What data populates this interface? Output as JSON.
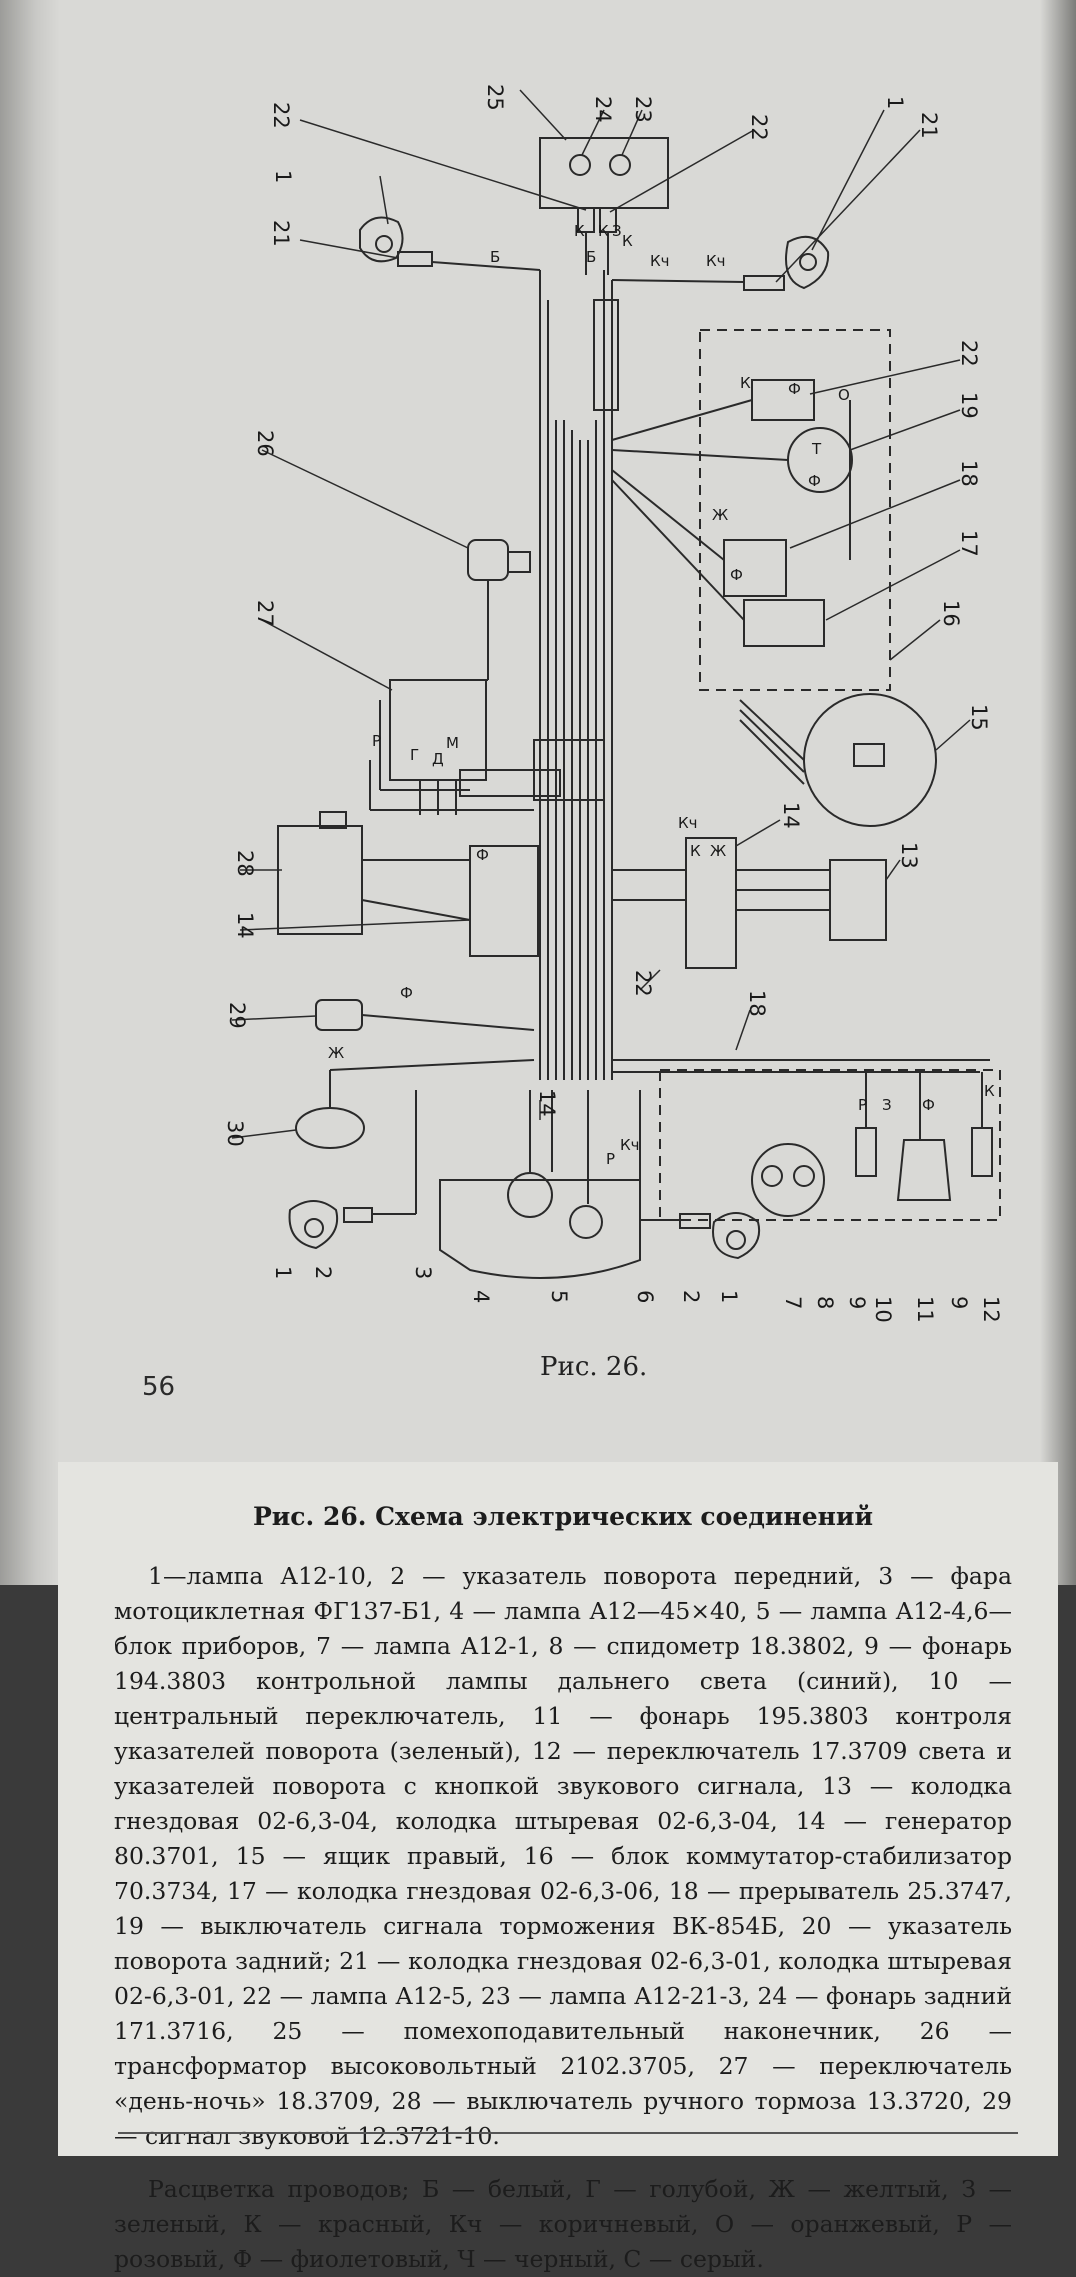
{
  "page_number": "56",
  "figure_label": "Рис. 26.",
  "caption": {
    "title": "Рис. 26. Схема электрических соединений",
    "legend": "1—лампа А12-10, 2 — указатель поворота передний, 3 — фара мотоциклетная ФГ137-Б1, 4 — лампа А12—45×40, 5 — лампа А12-4,6— блок приборов, 7 — лампа А12-1, 8 — спидометр 18.3802, 9 — фонарь 194.3803 контрольной лампы дальнего света (синий), 10 — центральный переключатель, 11 — фонарь 195.3803 контроля указателей поворота (зеленый), 12 — переключатель 17.3709 света и указателей поворота с кнопкой звукового сигнала, 13 — колодка гнездовая 02-6,3-04, колодка штыревая 02-6,3-04, 14 — генератор 80.3701, 15 — ящик правый, 16 — блок коммутатор-стабилизатор 70.3734, 17 — колодка гнездовая 02-6,3-06, 18 — прерыватель 25.3747, 19 — выключатель сигнала торможения ВК-854Б, 20 — указатель поворота задний; 21 — колодка гнездовая 02-6,3-01, колодка штыревая 02-6,3-01, 22 — лампа А12-5, 23 — лампа А12-21-3, 24 — фонарь задний 171.3716, 25 — помехоподавительный наконечник, 26 — трансформатор высоковольтный 2102.3705, 27 — переключатель «день-ночь» 18.3709, 28 — выключатель ручного тормоза 13.3720, 29 — сигнал звуковой 12.3721-10.",
    "colors": "Расцветка проводов; Б — белый, Г — голубой, Ж — желтый, З — зеленый, К — красный, Кч — коричневый, О — оранжевый, Р — розовый, Ф — фиолетовый, Ч — черный, С — серый."
  },
  "diagram": {
    "callouts": [
      "25",
      "24",
      "23",
      "22",
      "22",
      "1",
      "21",
      "1",
      "21",
      "22",
      "19",
      "18",
      "17",
      "16",
      "15",
      "26",
      "27",
      "28",
      "14",
      "14",
      "13",
      "22",
      "18",
      "29",
      "30",
      "14",
      "1",
      "2",
      "3",
      "4",
      "5",
      "6",
      "2",
      "1",
      "7",
      "8",
      "9",
      "10",
      "11",
      "9",
      "12"
    ],
    "wire_labels": [
      "К",
      "К",
      "З",
      "К",
      "Кч",
      "Кч",
      "Б",
      "Б",
      "Р",
      "Г",
      "М",
      "Д",
      "К",
      "Ф",
      "О",
      "Т",
      "Ф",
      "Ж",
      "Ф",
      "Кч",
      "К",
      "Ж",
      "Ф",
      "Ф",
      "З",
      "Р",
      "К",
      "Ж",
      "Ф",
      "Кч",
      "Р"
    ]
  }
}
